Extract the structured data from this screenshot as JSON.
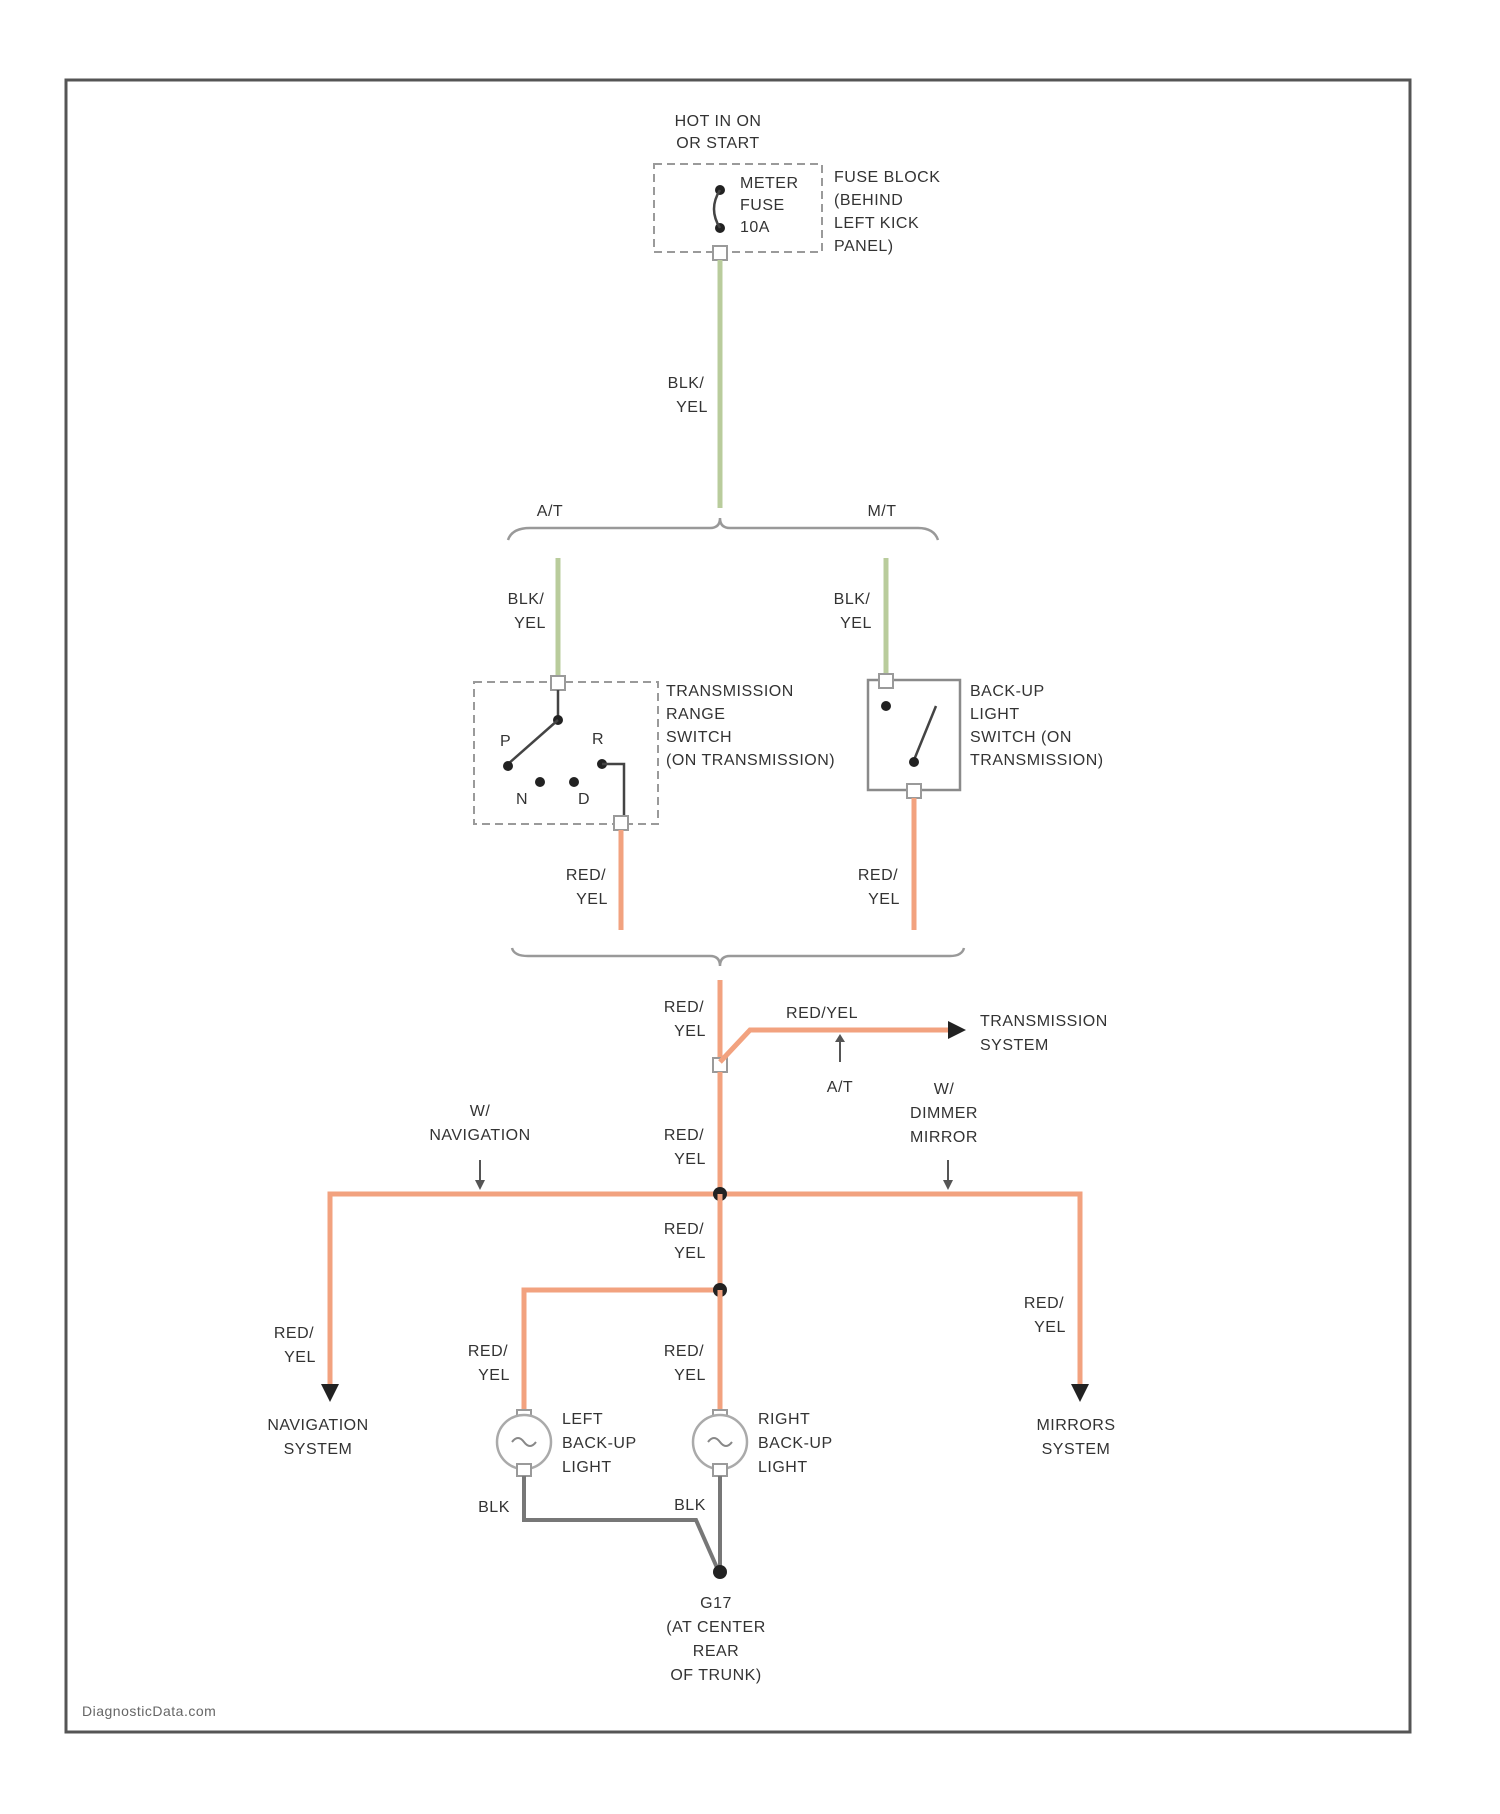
{
  "power": {
    "source_line1": "HOT IN ON",
    "source_line2": "OR START",
    "fuse_line1": "METER",
    "fuse_line2": "FUSE",
    "fuse_line3": "10A",
    "block_line1": "FUSE BLOCK",
    "block_line2": "(BEHIND",
    "block_line3": "LEFT KICK",
    "block_line4": "PANEL)"
  },
  "branches": {
    "at": "A/T",
    "mt": "M/T"
  },
  "wires": {
    "blk": "BLK/",
    "yel": "YEL",
    "red": "RED/",
    "red_yel": "RED/YEL",
    "blk_ground": "BLK"
  },
  "switches": {
    "trans_range": [
      "TRANSMISSION",
      "RANGE",
      "SWITCH",
      "(ON TRANSMISSION)"
    ],
    "trans_range_positions": {
      "p": "P",
      "r": "R",
      "n": "N",
      "d": "D"
    },
    "backup_switch": [
      "BACK-UP",
      "LIGHT",
      "SWITCH (ON",
      "TRANSMISSION)"
    ]
  },
  "transmission_system": [
    "TRANSMISSION",
    "SYSTEM"
  ],
  "transmission_note": "A/T",
  "options": {
    "navigation": [
      "W/",
      "NAVIGATION"
    ],
    "dimmer_mirror": [
      "W/",
      "DIMMER",
      "MIRROR"
    ]
  },
  "loads": {
    "navigation_system": [
      "NAVIGATION",
      "SYSTEM"
    ],
    "mirrors_system": [
      "MIRRORS",
      "SYSTEM"
    ],
    "left_lamp": [
      "LEFT",
      "BACK-UP",
      "LIGHT"
    ],
    "right_lamp": [
      "RIGHT",
      "BACK-UP",
      "LIGHT"
    ]
  },
  "ground": [
    "G17",
    "(AT CENTER",
    "REAR",
    "OF TRUNK)"
  ],
  "watermark": "DiagnosticData.com",
  "colors": {
    "wire_blk_yel": "#b9cc9c",
    "wire_red_yel": "#f2a27f",
    "wire_blk": "#777777"
  }
}
